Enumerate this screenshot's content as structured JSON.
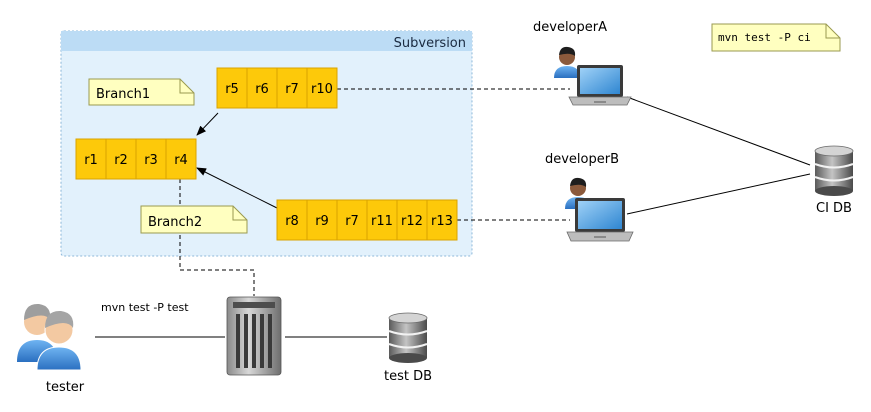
{
  "colors": {
    "revision_fill": "#fdc90a",
    "revision_stroke": "#d9a400",
    "note_fill": "#ffffc0",
    "note_stroke": "#9a9a50",
    "repo_fill": "#e2f1fc",
    "repo_stroke": "#8eb8d9",
    "connector": "#000000"
  },
  "repository": {
    "label": "Subversion"
  },
  "notes": {
    "branch1": "Branch1",
    "branch2": "Branch2",
    "ci_command": "mvn test -P ci"
  },
  "revisions": {
    "trunk": [
      "r1",
      "r2",
      "r3",
      "r4"
    ],
    "branch1": [
      "r5",
      "r6",
      "r7",
      "r10"
    ],
    "branch2": [
      "r8",
      "r9",
      "r7",
      "r11",
      "r12",
      "r13"
    ]
  },
  "actors": {
    "developerA": {
      "label": "developerA",
      "icon": "person-icon"
    },
    "developerB": {
      "label": "developerB",
      "icon": "person-icon"
    },
    "tester": {
      "label": "tester",
      "icon": "group-icon"
    }
  },
  "machines": {
    "laptopA": {
      "icon": "laptop-icon"
    },
    "laptopB": {
      "icon": "laptop-icon"
    },
    "test_server": {
      "icon": "server-icon"
    }
  },
  "databases": {
    "ci_db": {
      "label": "CI DB",
      "icon": "database-icon"
    },
    "test_db": {
      "label": "test DB",
      "icon": "database-icon"
    }
  },
  "edges": {
    "test_command": "mvn test -P test"
  }
}
